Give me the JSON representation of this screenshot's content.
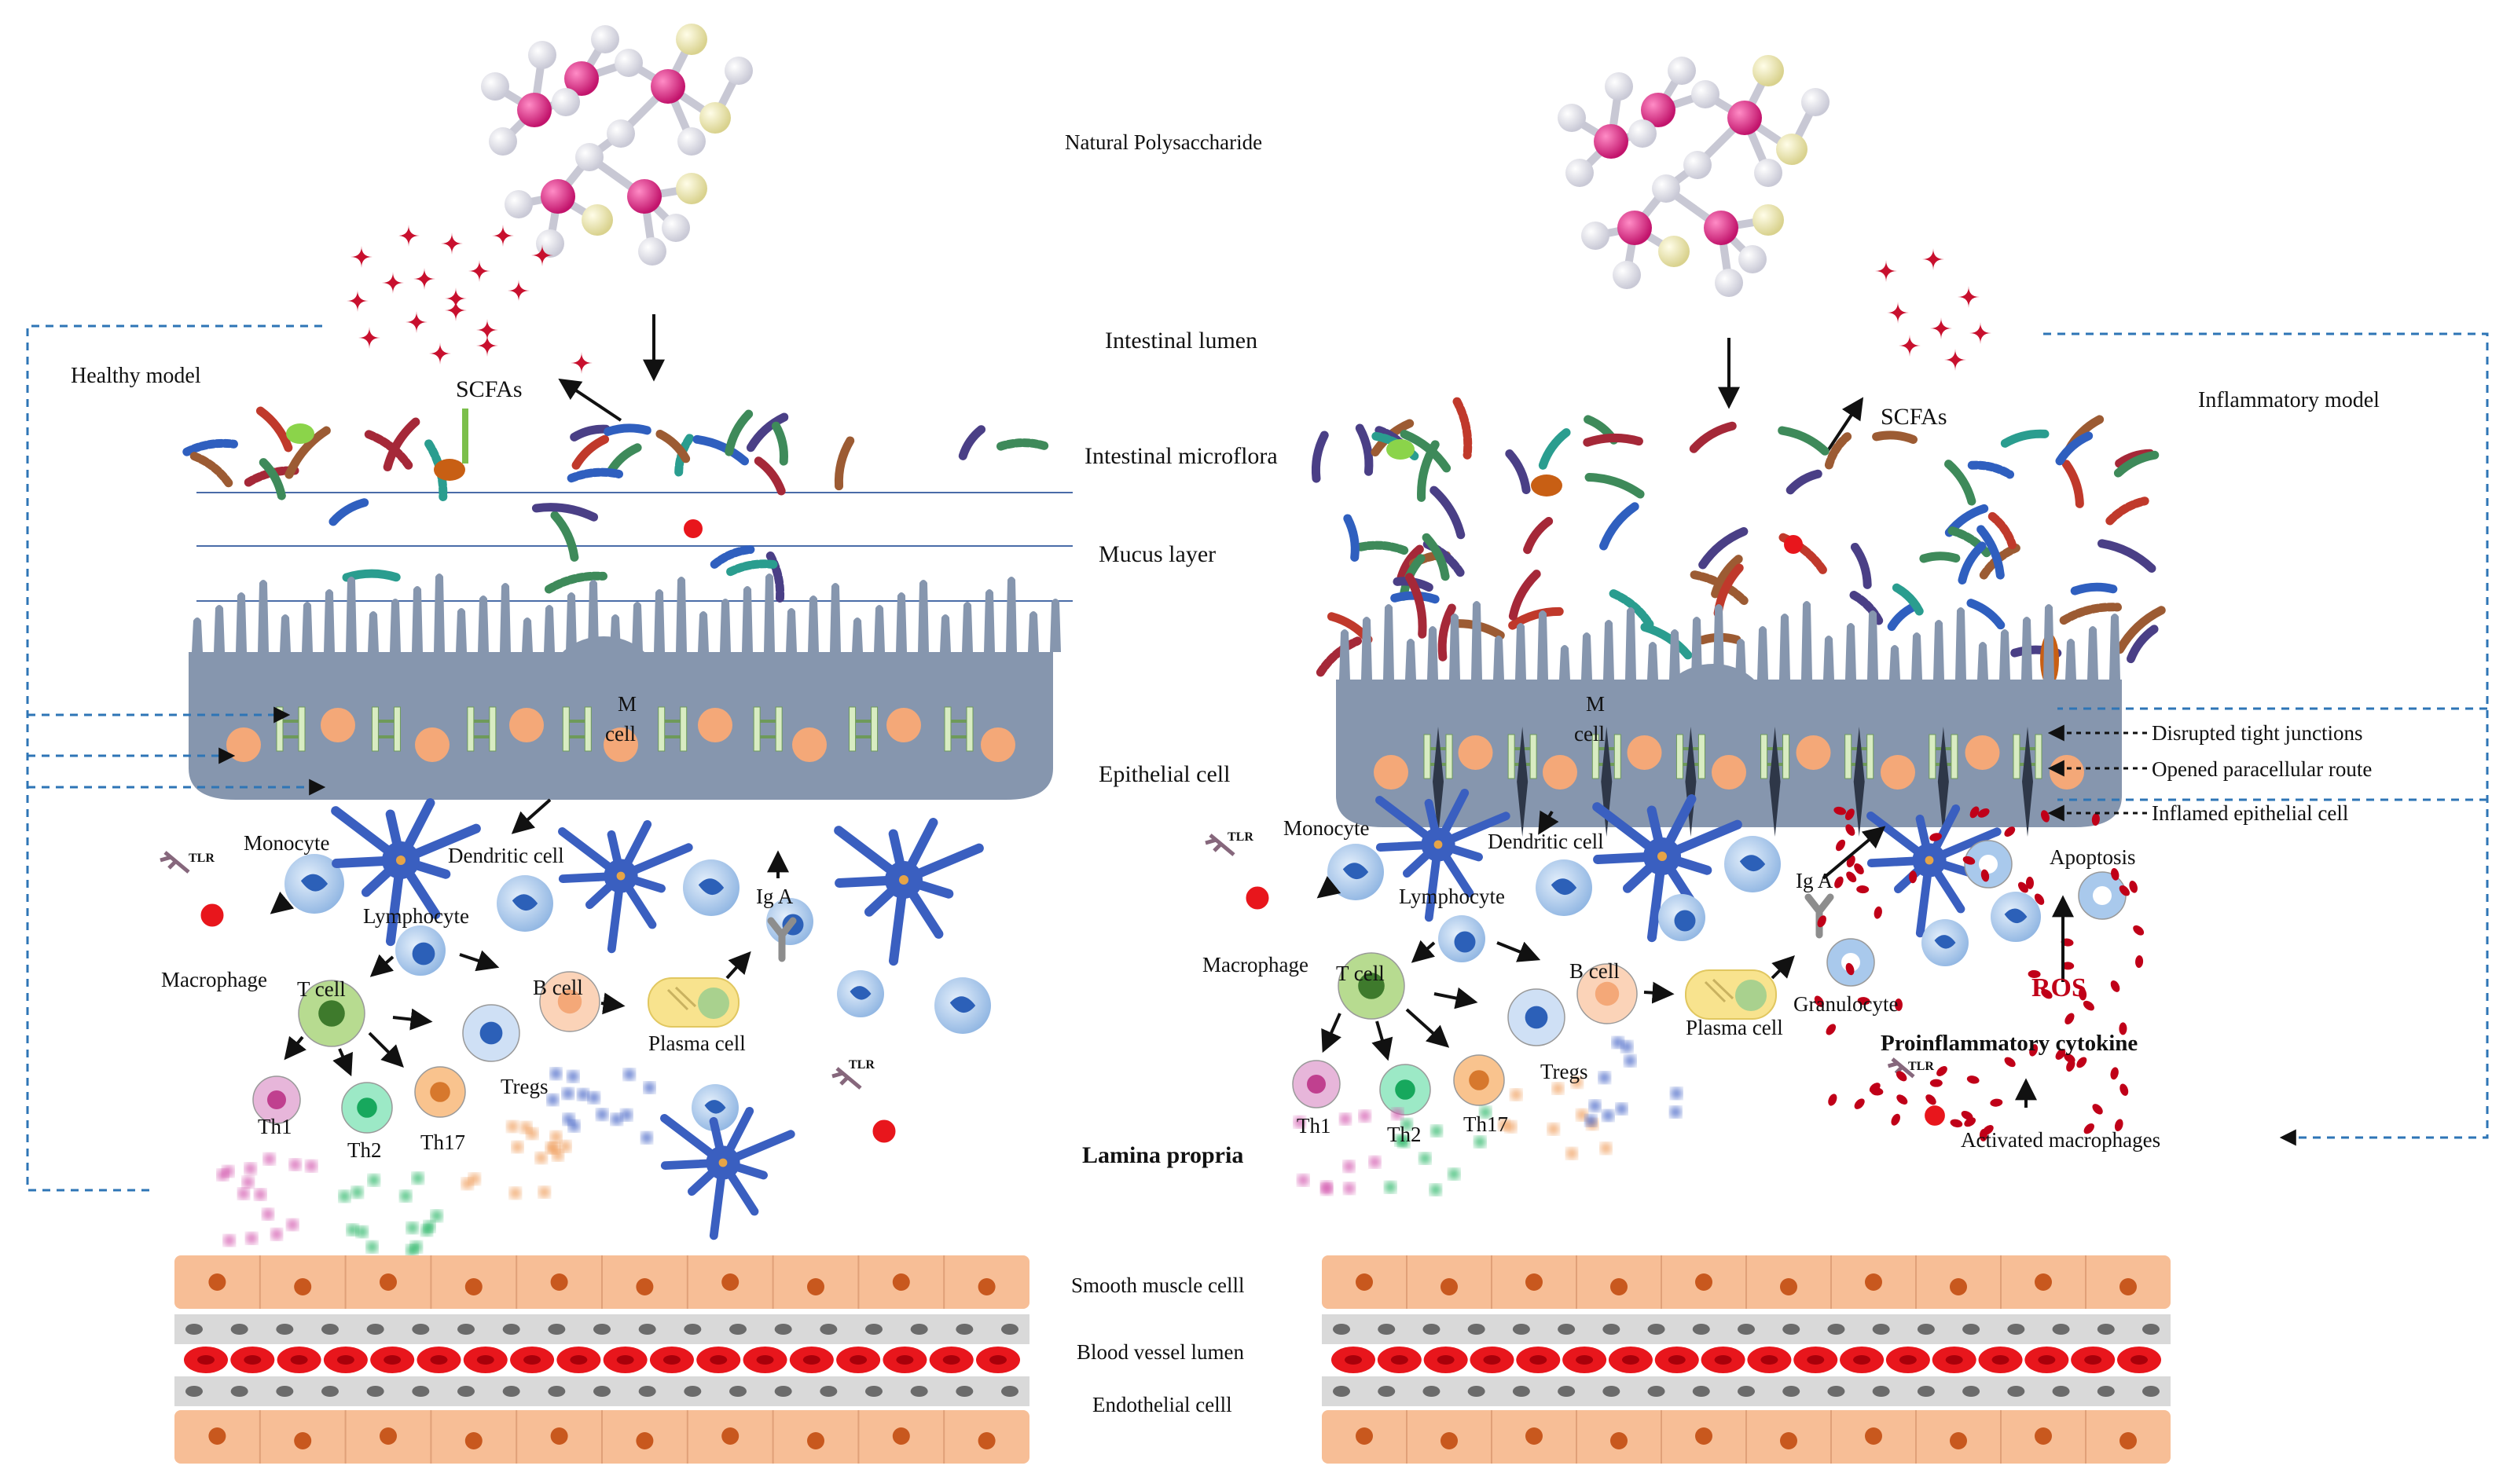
{
  "labels": {
    "natural_polysaccharide": "Natural Polysaccharide",
    "intestinal_lumen": "Intestinal lumen",
    "intestinal_microflora": "Intestinal microflora",
    "mucus_layer": "Mucus layer",
    "epithelial_cell": "Epithelial cell",
    "lamina_propria": "Lamina propria",
    "smooth_muscle": "Smooth muscle celll",
    "blood_vessel": "Blood vessel lumen",
    "endothelial": "Endothelial celll"
  },
  "healthy": {
    "title": "Healthy model",
    "scfas": "SCFAs",
    "m_cell": [
      "M",
      "cell"
    ],
    "monocyte": "Monocyte",
    "dendritic": "Dendritic cell",
    "lymphocyte": "Lymphocyte",
    "macrophage": "Macrophage",
    "tlr": "TLR",
    "tlr2": "TLR",
    "t_cell": "T cell",
    "b_cell": "B cell",
    "plasma": "Plasma cell",
    "iga": "Ig A",
    "tregs": "Tregs",
    "th1": "Th1",
    "th2": "Th2",
    "th17": "Th17"
  },
  "inflammatory": {
    "title": "Inflammatory model",
    "scfas": "SCFAs",
    "m_cell": [
      "M",
      "cell"
    ],
    "monocyte": "Monocyte",
    "dendritic": "Dendritic cell",
    "lymphocyte": "Lymphocyte",
    "macrophage": "Macrophage",
    "tlr": "TLR",
    "tlr2": "TLR",
    "t_cell": "T cell",
    "b_cell": "B cell",
    "plasma": "Plasma cell",
    "iga": "Ig A",
    "tregs": "Tregs",
    "th1": "Th1",
    "th2": "Th2",
    "th17": "Th17",
    "granulocyte": "Granulocyte",
    "apoptosis": "Apoptosis",
    "ros": "ROS",
    "proinflammatory": "Proinflammatory cytokine",
    "activated_macrophages": "Activated macrophages",
    "disrupted_tj": "Disrupted tight junctions",
    "opened_route": "Opened paracellular route",
    "inflamed_epithelial": "Inflamed epithelial cell"
  },
  "colors": {
    "epithelium": "#8696AE",
    "nucleus": "#F4A878",
    "muscle": "#F7BE96",
    "muscle_nucleus": "#C8581E",
    "rbc": "#E8161C",
    "endothelial": "#D9D9D9",
    "monocyte": "#A9C9EC",
    "dendritic": "#3A5FC0",
    "macrophage": "#86677C",
    "t_cell": "#B7DB90",
    "b_cell": "#FBD3B8",
    "plasma": "#F8E38E",
    "tregs": "#CFE0F5",
    "th1": "#E7B6DA",
    "th2": "#9CE9C6",
    "th17": "#F9C38E",
    "ros": "#C00018",
    "scfa": "#C8102E",
    "dashed": "#2E75B6",
    "polysaccharide_pink": "#E8318A",
    "polysaccharide_yellow": "#F1EDB0"
  }
}
